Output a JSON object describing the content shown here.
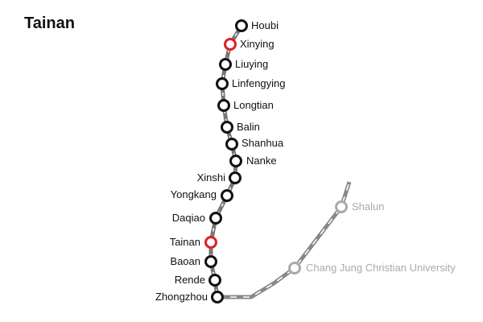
{
  "title": "Tainan",
  "colors": {
    "main_station": "#111111",
    "highlight_station": "#e02020",
    "branch_station": "#aaaaaa",
    "main_track": "#777777",
    "branch_track": "#888888"
  },
  "stations": {
    "houbi": "Houbi",
    "xinying": "Xinying",
    "liuying": "Liuying",
    "linfengying": "Linfengying",
    "longtian": "Longtian",
    "balin": "Balin",
    "shanhua": "Shanhua",
    "nanke": "Nanke",
    "xinshi": "Xinshi",
    "yongkang": "Yongkang",
    "daqiao": "Daqiao",
    "tainan": "Tainan",
    "baoan": "Baoan",
    "rende": "Rende",
    "zhongzhou": "Zhongzhou",
    "changjung": "Chang Jung Christian University",
    "shalun": "Shalun"
  },
  "highlighted": [
    "Xinying",
    "Tainan"
  ]
}
